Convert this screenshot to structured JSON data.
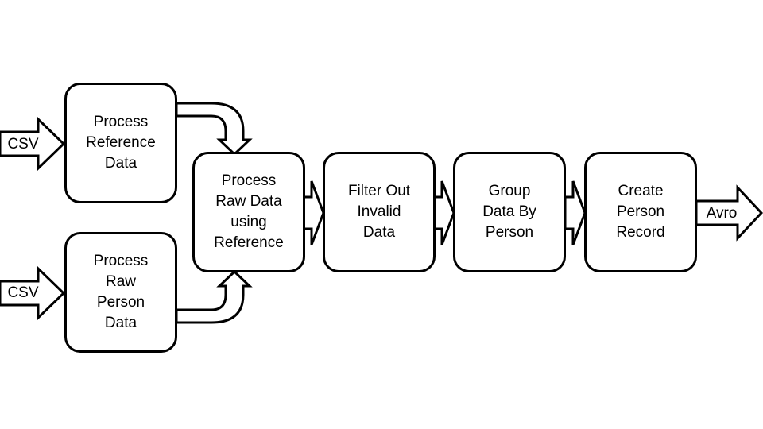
{
  "diagram": {
    "inputs": {
      "reference_input_label": "CSV",
      "person_input_label": "CSV"
    },
    "output_label": "Avro",
    "steps": {
      "process_reference": "Process\nReference\nData",
      "process_raw_person": "Process\nRaw\nPerson\nData",
      "process_raw_using_reference": "Process\nRaw Data\nusing\nReference",
      "filter_invalid": "Filter Out\nInvalid\nData",
      "group_by_person": "Group\nData By\nPerson",
      "create_person_record": "Create\nPerson\nRecord"
    }
  }
}
